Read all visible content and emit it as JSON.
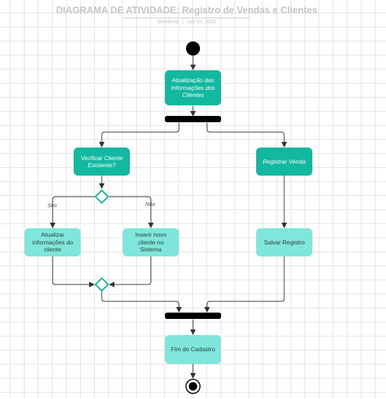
{
  "header": {
    "title": "DIAGRAMA DE ATIVIDADE: Registro de Vendas e Clientes",
    "author": "Giovanna",
    "separator": "|",
    "date": "July 31, 2024"
  },
  "nodes": {
    "update_info": "Atualização das Informações dos Clientes",
    "verify_client": "Verificar Cliente Existente?",
    "register_sale": "Registrar Venda",
    "update_client": "Atualizar informações do cliente",
    "insert_client": "Inserir novo cliente no Sistema",
    "save_record": "Salvar Registro",
    "end_registration": "Fim do Cadastro"
  },
  "edge_labels": {
    "yes": "Sim",
    "no": "Não"
  },
  "colors": {
    "action_dark": "#12b8a0",
    "action_light": "#7ee6da",
    "decision_stroke": "#12b8a0",
    "bar": "#000000",
    "connector": "#333333"
  }
}
